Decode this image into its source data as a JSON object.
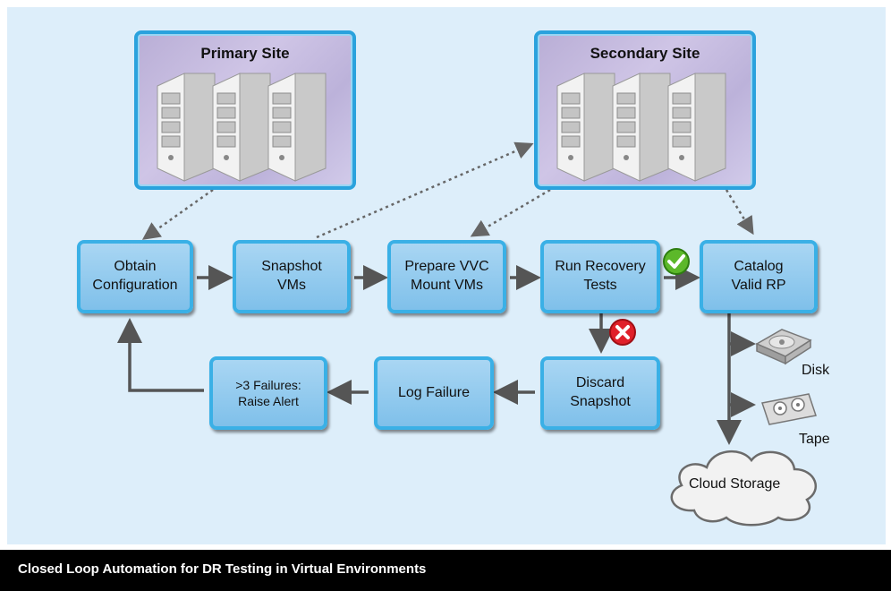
{
  "sites": {
    "primary": {
      "title": "Primary Site"
    },
    "secondary": {
      "title": "Secondary Site"
    }
  },
  "steps": {
    "obtain": "Obtain\nConfiguration",
    "snapshot": "Snapshot\nVMs",
    "prepare": "Prepare VVC\nMount VMs",
    "recovery": "Run Recovery\nTests",
    "catalog": "Catalog\nValid RP",
    "discard": "Discard\nSnapshot",
    "log": "Log Failure",
    "alert": ">3 Failures:\nRaise Alert"
  },
  "storage": {
    "disk": "Disk",
    "tape": "Tape",
    "cloud": "Cloud Storage"
  },
  "caption": "Closed Loop Automation for DR Testing in Virtual Environments",
  "colors": {
    "box_border": "#3ab0e6",
    "box_fill": "#a9d6f3",
    "arrow": "#555555",
    "success": "#5cb82a",
    "failure": "#e0202a"
  }
}
